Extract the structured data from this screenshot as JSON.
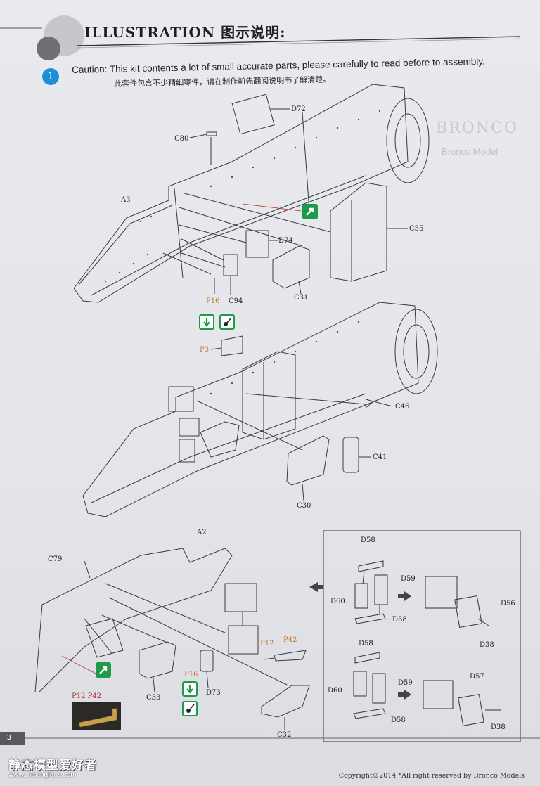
{
  "header": {
    "title": "ILLUSTRATION 图示说明:",
    "step_number": "1",
    "caution_en": "Caution: This kit contents a lot of small accurate parts, please carefully to read before to assembly.",
    "caution_cn": "此套件包含不少精细零件，请在制作前先翻阅说明书了解清楚。"
  },
  "background_mark": {
    "brand": "BRONCO",
    "sub": "Bronco Model"
  },
  "labels": {
    "d72": "D72",
    "c80": "C80",
    "a3": "A3",
    "c55": "C55",
    "d74": "D74",
    "p16_top": "P16",
    "c94": "C94",
    "c31": "C31",
    "p3": "P3",
    "c46": "C46",
    "c41": "C41",
    "c30": "C30",
    "a2": "A2",
    "c79": "C79",
    "p12_p42_left": "P12  P42",
    "c33": "C33",
    "p16_bottom": "P16",
    "d73": "D73",
    "p12": "P12",
    "p42": "P42",
    "c32": "C32",
    "d58_a": "D58",
    "d59_a": "D59",
    "d60_a": "D60",
    "d58_b": "D58",
    "d56": "D56",
    "d38_a": "D38",
    "d58_c": "D58",
    "d59_b": "D59",
    "d60_b": "D60",
    "d58_d": "D58",
    "d57": "D57",
    "d38_b": "D38"
  },
  "footer": {
    "page_number": "3",
    "copyright": "Copyright©2014  *All right reserved by Bronco Models",
    "watermark_cn": "静态模型爱好者",
    "watermark_url": "www.moxingfans.com"
  },
  "colors": {
    "accent_blue": "#1b8fd8",
    "icon_green": "#1e9b48",
    "orange_part": "#c8762b",
    "red_line": "#b8322f"
  }
}
